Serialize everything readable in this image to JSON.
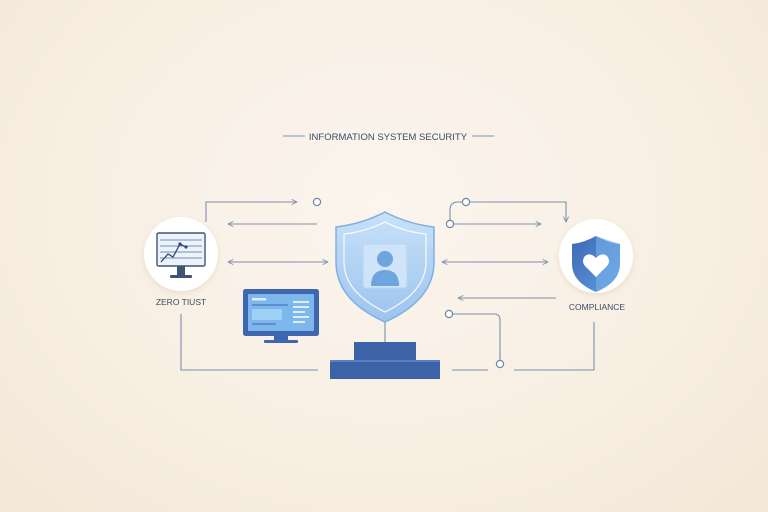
{
  "title": "INFORMATION SYSTEM SECURITY",
  "left_node": {
    "label": "ZERO TIUST",
    "icon": "monitor-chart-icon"
  },
  "right_node": {
    "label": "COMPLIANCE",
    "icon": "shield-heart-icon"
  },
  "center": {
    "icon": "shield-user-icon",
    "base_icon": "pedestal-icon"
  },
  "laptop": {
    "icon": "laptop-dashboard-icon"
  },
  "colors": {
    "line": "#7d90ad",
    "accent_blue": "#4a6fb3",
    "light_blue": "#a9cdf1",
    "pale_blue": "#d6e8f9",
    "dark_blue": "#3a5e9c",
    "circle_fill": "#ffffff",
    "background": "#f8efe3"
  }
}
